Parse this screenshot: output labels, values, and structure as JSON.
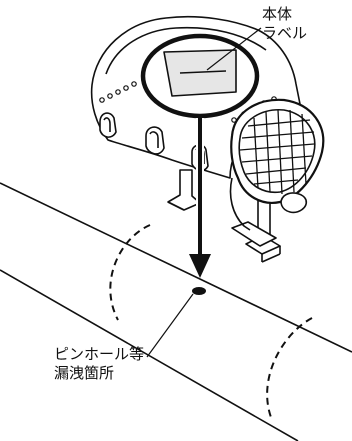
{
  "callouts": {
    "body_label": {
      "line1": "本体",
      "line2": "ラベル"
    },
    "leak": {
      "line1": "ピンホール等",
      "line2": "漏洩箇所"
    }
  },
  "colors": {
    "ink": "#111111",
    "label_fill": "#e6e6e6",
    "mesh_fill": "#ffffff",
    "background": "#ffffff"
  }
}
